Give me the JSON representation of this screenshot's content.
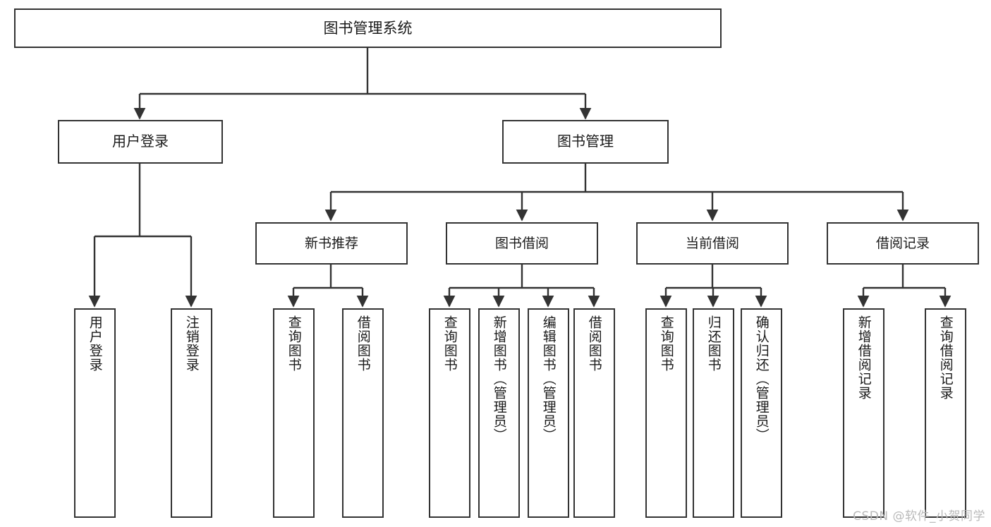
{
  "diagram": {
    "title": "图书管理系统",
    "type": "tree",
    "watermark": "CSDN @软件_小贺同学",
    "colors": {
      "node_border": "#333333",
      "node_fill": "#ffffff",
      "edge": "#333333",
      "text": "#1a1a1a",
      "watermark": "#b9b9b9"
    },
    "nodes": {
      "root": {
        "label": "图书管理系统"
      },
      "level1": [
        {
          "id": "user-login",
          "label": "用户登录"
        },
        {
          "id": "book-manage",
          "label": "图书管理"
        }
      ],
      "level2": [
        {
          "id": "new-book-rec",
          "label": "新书推荐"
        },
        {
          "id": "book-borrow",
          "label": "图书借阅"
        },
        {
          "id": "current-borrow",
          "label": "当前借阅"
        },
        {
          "id": "borrow-record",
          "label": "借阅记录"
        }
      ],
      "leaves": {
        "user-login": [
          {
            "id": "leaf-user-login",
            "label": "用户登录"
          },
          {
            "id": "leaf-logout",
            "label": "注销登录"
          }
        ],
        "new-book-rec": [
          {
            "id": "leaf-query-book-1",
            "label": "查询图书"
          },
          {
            "id": "leaf-borrow-book-1",
            "label": "借阅图书"
          }
        ],
        "book-borrow": [
          {
            "id": "leaf-query-book-2",
            "label": "查询图书"
          },
          {
            "id": "leaf-add-book",
            "label": "新增图书（管理员）"
          },
          {
            "id": "leaf-edit-book",
            "label": "编辑图书（管理员）"
          },
          {
            "id": "leaf-borrow-book-2",
            "label": "借阅图书"
          }
        ],
        "current-borrow": [
          {
            "id": "leaf-query-book-3",
            "label": "查询图书"
          },
          {
            "id": "leaf-return-book",
            "label": "归还图书"
          },
          {
            "id": "leaf-confirm-return",
            "label": "确认归还（管理员）"
          }
        ],
        "borrow-record": [
          {
            "id": "leaf-add-record",
            "label": "新增借阅记录"
          },
          {
            "id": "leaf-query-record",
            "label": "查询借阅记录"
          }
        ]
      }
    }
  }
}
